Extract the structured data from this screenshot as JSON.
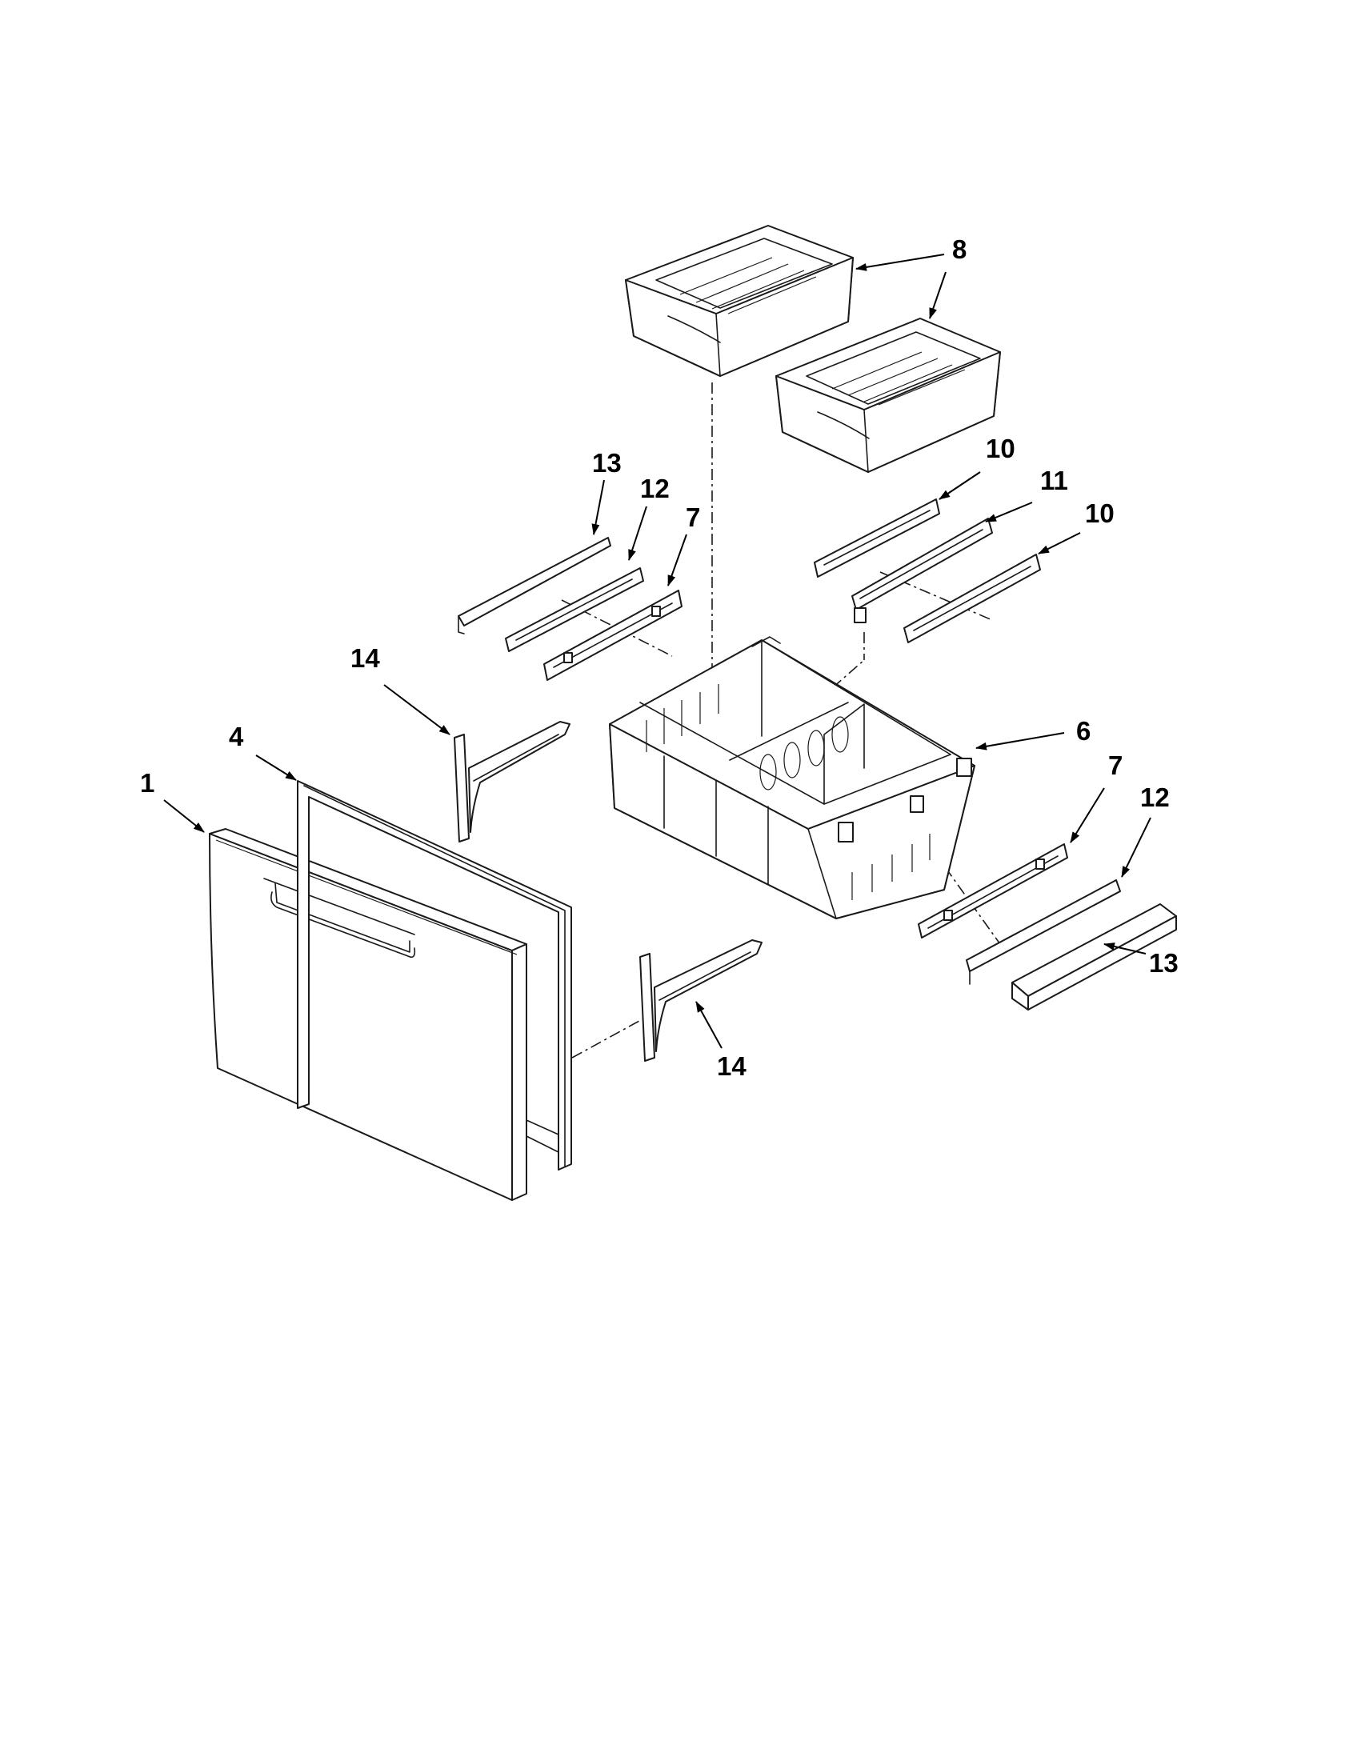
{
  "callouts": {
    "c1": "1",
    "c4": "4",
    "c6": "6",
    "c7a": "7",
    "c7b": "7",
    "c8": "8",
    "c10a": "10",
    "c10b": "10",
    "c11": "11",
    "c12a": "12",
    "c12b": "12",
    "c13a": "13",
    "c13b": "13",
    "c14a": "14",
    "c14b": "14"
  }
}
